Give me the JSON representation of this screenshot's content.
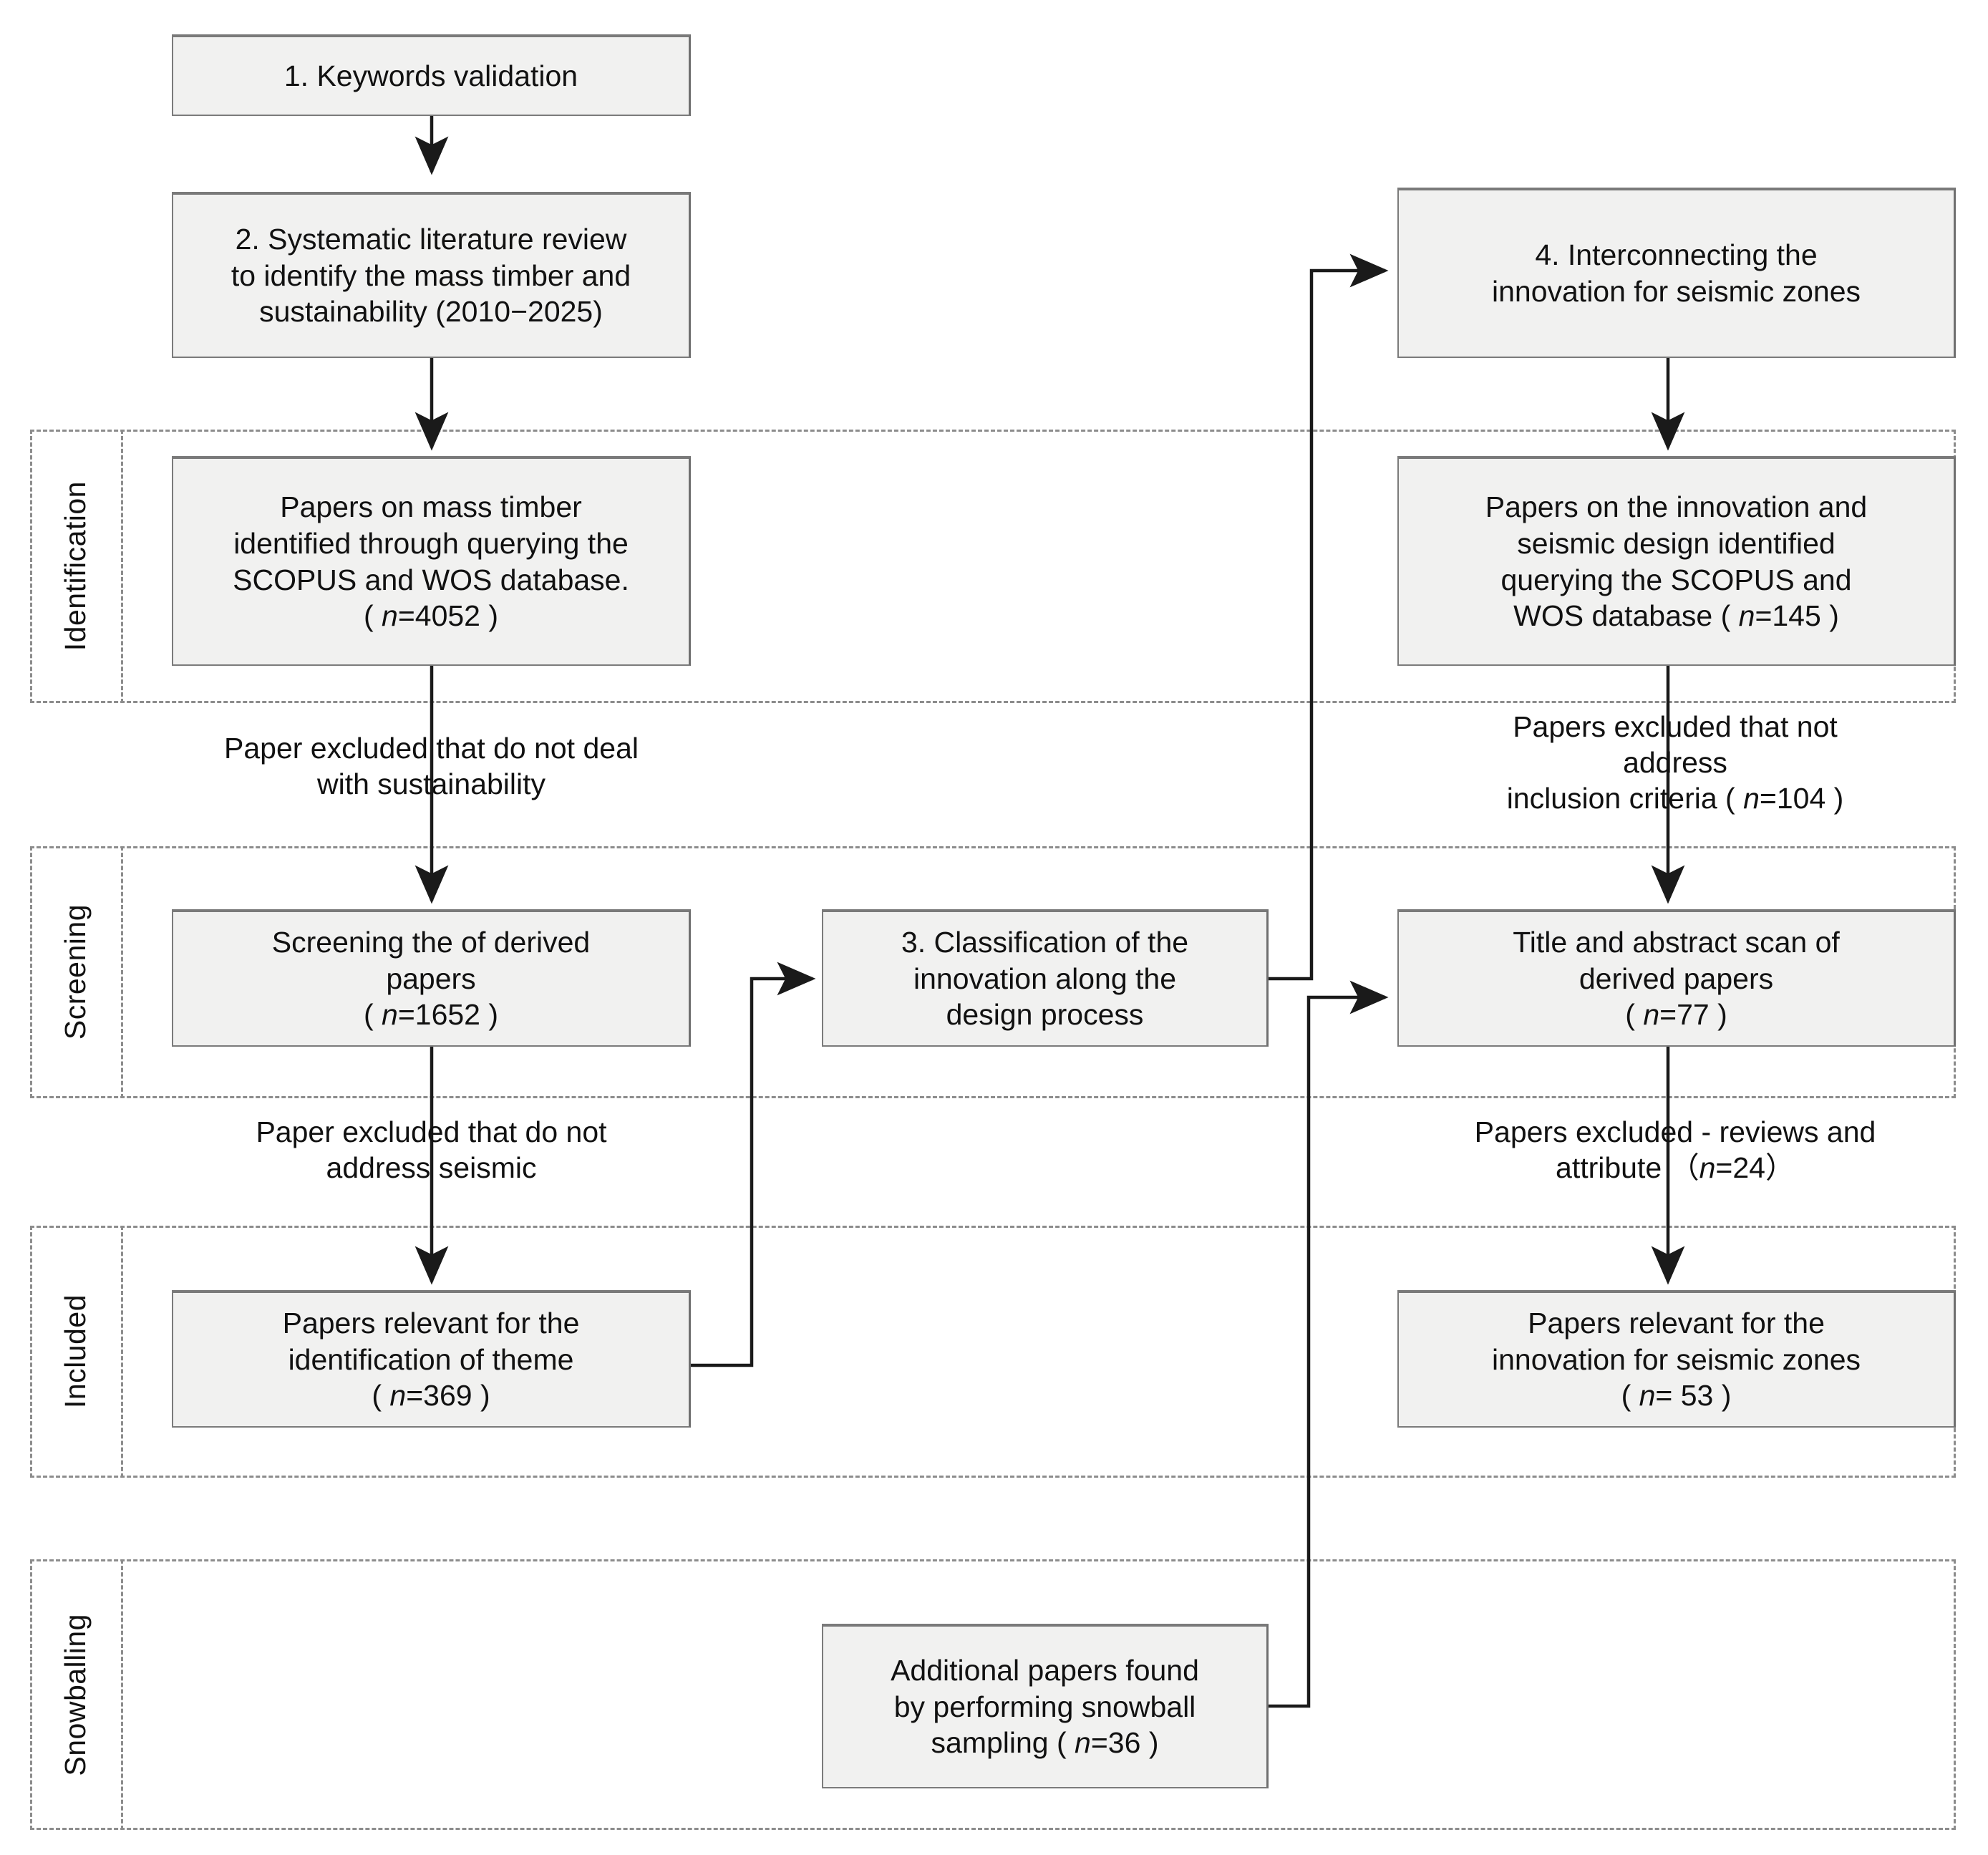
{
  "diagram": {
    "title": "Systematic literature review PRISMA flow diagram",
    "bands": [
      {
        "key": "identification",
        "label": "Identification"
      },
      {
        "key": "screening",
        "label": "Screening"
      },
      {
        "key": "included",
        "label": "Included"
      },
      {
        "key": "snowballing",
        "label": "Snowballing"
      }
    ],
    "nodes": {
      "step1": {
        "label": "1. Keywords validation"
      },
      "step2": {
        "line1": "2. Systematic literature review",
        "line2": "to identify the mass timber and",
        "line3": "sustainability (2010−2025)"
      },
      "id_left": {
        "line1": "Papers on mass timber",
        "line2": "identified through querying the",
        "line3": "SCOPUS and WOS database.",
        "count_prefix": "( ",
        "count_var": "n",
        "count_value": "=4052",
        "count_suffix": " )"
      },
      "step4": {
        "line1": "4. Interconnecting the",
        "line2": "innovation for seismic zones"
      },
      "id_right": {
        "line1": "Papers on the innovation and",
        "line2": "seismic design identified",
        "line3": "querying the SCOPUS and",
        "line4_pre": "WOS database ( ",
        "count_var": "n",
        "count_value": "=145",
        "line4_post": " )"
      },
      "scr_left": {
        "line1": "Screening the of derived",
        "line2": "papers",
        "count_prefix": "( ",
        "count_var": "n",
        "count_value": "=1652",
        "count_suffix": " )"
      },
      "step3": {
        "line1": "3. Classification of the",
        "line2": "innovation along the",
        "line3": "design process"
      },
      "scr_right": {
        "line1": "Title and abstract scan of",
        "line2": "derived papers",
        "count_prefix": "( ",
        "count_var": "n",
        "count_value": "=77",
        "count_suffix": " )"
      },
      "inc_left": {
        "line1": "Papers relevant for the",
        "line2": "identification of theme",
        "count_prefix": "( ",
        "count_var": "n",
        "count_value": "=369",
        "count_suffix": " )"
      },
      "inc_right": {
        "line1": "Papers relevant for the",
        "line2": "innovation for seismic zones",
        "count_prefix": "( ",
        "count_var": "n",
        "count_value": "= 53",
        "count_suffix": " )"
      },
      "snowball": {
        "line1": "Additional papers found",
        "line2": "by performing snowball",
        "line3_pre": "sampling ( ",
        "count_var": "n",
        "count_value": "=36",
        "line3_post": " )"
      }
    },
    "captions": {
      "excl_left_1": {
        "line1": "Paper excluded that do not deal",
        "line2": "with sustainability"
      },
      "excl_right_1": {
        "line1": "Papers excluded that not",
        "line2": "address",
        "line3_pre": "inclusion criteria ( ",
        "count_var": "n",
        "count_value": "=104",
        "line3_post": " )"
      },
      "excl_left_2": {
        "line1": "Paper excluded that do not",
        "line2": "address seismic"
      },
      "excl_right_2": {
        "line1": "Papers excluded - reviews and",
        "line2_pre": "attribute （",
        "count_var": "n",
        "count_value": "=24",
        "line2_post": "）"
      }
    },
    "colors": {
      "node_fill": "#f1f1f0",
      "node_border": "#7b7b7b",
      "band_border": "#8c8c8c",
      "wire": "#1a1a1a",
      "text": "#111111"
    }
  }
}
